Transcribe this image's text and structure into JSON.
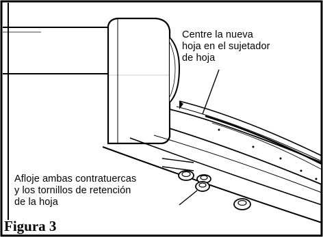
{
  "callouts": {
    "top": [
      "Centre la nueva",
      "hoja en el sujetador",
      "de hoja"
    ],
    "bottom": [
      "Afloje ambas contratuercas",
      "y los tornillos de retención",
      "de la hoja"
    ]
  },
  "caption": "Figura 3",
  "colors": {
    "line": "#000000",
    "fill": "#ffffff",
    "shadow": "#d8d8d8"
  }
}
